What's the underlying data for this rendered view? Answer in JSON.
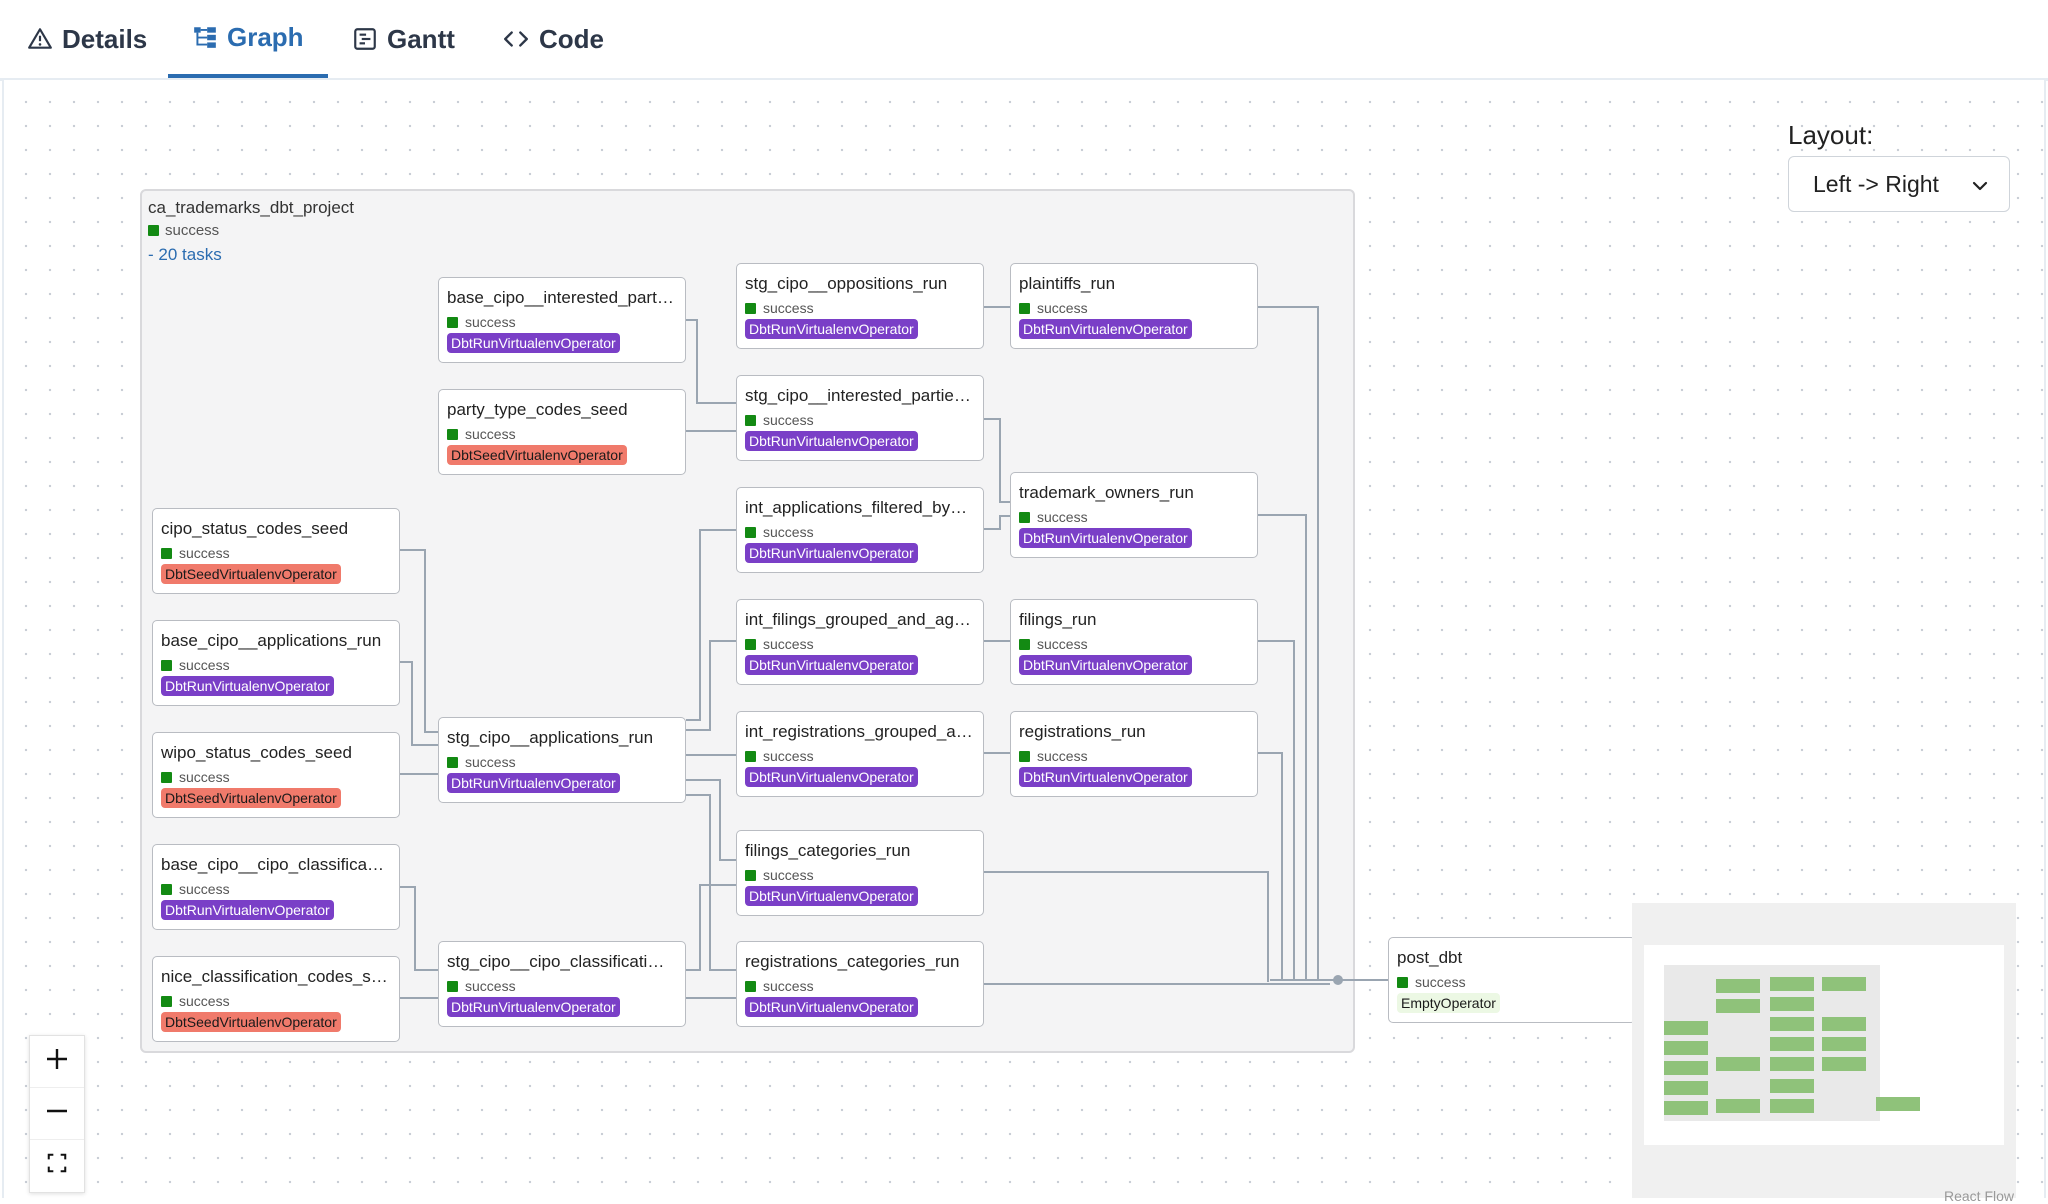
{
  "tabs": [
    {
      "label": "Details",
      "icon": "warning-triangle-icon"
    },
    {
      "label": "Graph",
      "icon": "graph-icon",
      "active": true
    },
    {
      "label": "Gantt",
      "icon": "gantt-icon"
    },
    {
      "label": "Code",
      "icon": "code-icon"
    }
  ],
  "layout": {
    "label": "Layout:",
    "selected": "Left -> Right"
  },
  "group": {
    "title": "ca_trademarks_dbt_project",
    "status": "success",
    "tasks_link": "- 20 tasks"
  },
  "nodes": {
    "base_cipo_interested": {
      "title": "base_cipo__interested_part…",
      "status": "success",
      "operator": "DbtRunVirtualenvOperator"
    },
    "party_type_codes_seed": {
      "title": "party_type_codes_seed",
      "status": "success",
      "operator": "DbtSeedVirtualenvOperator"
    },
    "cipo_status_codes_seed": {
      "title": "cipo_status_codes_seed",
      "status": "success",
      "operator": "DbtSeedVirtualenvOperator"
    },
    "base_cipo_applications_run": {
      "title": "base_cipo__applications_run",
      "status": "success",
      "operator": "DbtRunVirtualenvOperator"
    },
    "wipo_status_codes_seed": {
      "title": "wipo_status_codes_seed",
      "status": "success",
      "operator": "DbtSeedVirtualenvOperator"
    },
    "base_cipo_cipo_classifica": {
      "title": "base_cipo__cipo_classifica…",
      "status": "success",
      "operator": "DbtRunVirtualenvOperator"
    },
    "nice_classification_codes": {
      "title": "nice_classification_codes_s…",
      "status": "success",
      "operator": "DbtSeedVirtualenvOperator"
    },
    "stg_cipo_applications_run": {
      "title": "stg_cipo__applications_run",
      "status": "success",
      "operator": "DbtRunVirtualenvOperator"
    },
    "stg_cipo_cipo_classificati": {
      "title": "stg_cipo__cipo_classificati…",
      "status": "success",
      "operator": "DbtRunVirtualenvOperator"
    },
    "stg_cipo_oppositions_run": {
      "title": "stg_cipo__oppositions_run",
      "status": "success",
      "operator": "DbtRunVirtualenvOperator"
    },
    "stg_cipo_interested_partie": {
      "title": "stg_cipo__interested_partie…",
      "status": "success",
      "operator": "DbtRunVirtualenvOperator"
    },
    "int_applications_filtered": {
      "title": "int_applications_filtered_by…",
      "status": "success",
      "operator": "DbtRunVirtualenvOperator"
    },
    "int_filings_grouped": {
      "title": "int_filings_grouped_and_ag…",
      "status": "success",
      "operator": "DbtRunVirtualenvOperator"
    },
    "int_registrations_grouped": {
      "title": "int_registrations_grouped_a…",
      "status": "success",
      "operator": "DbtRunVirtualenvOperator"
    },
    "filings_categories_run": {
      "title": "filings_categories_run",
      "status": "success",
      "operator": "DbtRunVirtualenvOperator"
    },
    "registrations_categories_run": {
      "title": "registrations_categories_run",
      "status": "success",
      "operator": "DbtRunVirtualenvOperator"
    },
    "plaintiffs_run": {
      "title": "plaintiffs_run",
      "status": "success",
      "operator": "DbtRunVirtualenvOperator"
    },
    "trademark_owners_run": {
      "title": "trademark_owners_run",
      "status": "success",
      "operator": "DbtRunVirtualenvOperator"
    },
    "filings_run": {
      "title": "filings_run",
      "status": "success",
      "operator": "DbtRunVirtualenvOperator"
    },
    "registrations_run": {
      "title": "registrations_run",
      "status": "success",
      "operator": "DbtRunVirtualenvOperator"
    },
    "post_dbt": {
      "title": "post_dbt",
      "status": "success",
      "operator": "EmptyOperator"
    }
  },
  "colors": {
    "accent": "#2b6cb0",
    "success": "#138a13",
    "run_operator": "#7a3fc7",
    "seed_operator": "#f07a6b",
    "empty_operator": "#ecf8e4",
    "minimap_node": "#8fc27a"
  },
  "footer": {
    "attribution": "React Flow"
  }
}
